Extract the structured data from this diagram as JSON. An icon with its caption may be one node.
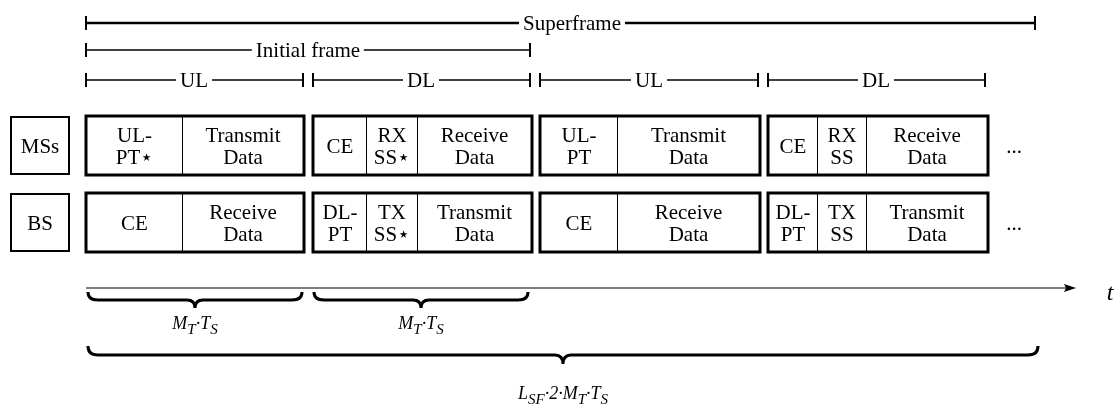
{
  "diagram": {
    "nodes": [
      {
        "text": [
          "MSs"
        ]
      },
      {
        "text": [
          "UL-PT⋆"
        ]
      },
      {
        "text": [
          "Transmit Data"
        ]
      },
      {
        "text": [
          "CE"
        ]
      },
      {
        "text": [
          "RX SS⋆"
        ]
      },
      {
        "text": [
          "Receive Data"
        ]
      },
      {
        "text": [
          "UL-PT"
        ]
      },
      {
        "text": [
          "Transmit Data"
        ]
      },
      {
        "text": [
          "CE"
        ]
      },
      {
        "text": [
          "RX SS"
        ]
      },
      {
        "text": [
          "Receive Data"
        ]
      },
      {
        "text": [
          "BS"
        ]
      },
      {
        "text": [
          "CE"
        ]
      },
      {
        "text": [
          "Receive Data"
        ]
      },
      {
        "text": [
          "DL-PT"
        ]
      },
      {
        "text": [
          "TX SS⋆"
        ]
      },
      {
        "text": [
          "Transmit Data"
        ]
      },
      {
        "text": [
          "CE"
        ]
      },
      {
        "text": [
          "Receive Data"
        ]
      },
      {
        "text": [
          "DL-PT"
        ]
      },
      {
        "text": [
          "TX SS"
        ]
      },
      {
        "text": [
          "Transmit Data"
        ]
      }
    ],
    "edges": [],
    "labels": [
      "Superframe",
      "Initial frame",
      "UL",
      "DL",
      "UL",
      "DL",
      "...",
      "...",
      "t",
      "M$_{T}$·T$_{S}$",
      "M$_{T}$·T$_{S}$",
      "L$_{SF}$·2·M$_{T}$·T$_{S}$"
    ]
  }
}
